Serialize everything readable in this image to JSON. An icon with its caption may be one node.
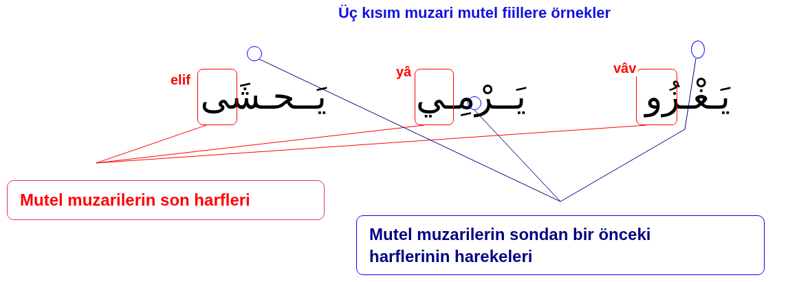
{
  "diagram": {
    "title": "Üç kısım muzari mutel fiillere örnekler",
    "nodes": [
      {
        "text": [
          "Mutel muzarilerin son harfleri"
        ]
      },
      {
        "text": [
          "Mutel muzarilerin sondan bir önceki harflerinin harekeleri"
        ]
      },
      {
        "text": [],
        "shape": "box",
        "beside": [
          "elif"
        ]
      },
      {
        "text": [],
        "shape": "box",
        "beside": [
          "yâ"
        ]
      },
      {
        "text": [],
        "shape": "box",
        "beside": [
          "vâv"
        ]
      },
      {
        "text": [],
        "shape": "circle"
      },
      {
        "text": [],
        "shape": "circle"
      },
      {
        "text": [],
        "shape": "circle"
      }
    ],
    "edges": [
      {
        "from": 0,
        "to": 2,
        "arrow": "none",
        "color": "#ff0000"
      },
      {
        "from": 0,
        "to": 3,
        "arrow": "none",
        "color": "#ff0000"
      },
      {
        "from": 0,
        "to": 4,
        "arrow": "none",
        "color": "#ff0000"
      },
      {
        "from": 1,
        "to": 5,
        "arrow": "none",
        "color": "#000080"
      },
      {
        "from": 1,
        "to": 6,
        "arrow": "none",
        "color": "#000080"
      },
      {
        "from": 1,
        "to": 7,
        "arrow": "none",
        "color": "#000080"
      }
    ],
    "labels": [
      "يَــحـشَى",
      "يَــرْمِـي",
      "يَـغْـزُو"
    ]
  }
}
